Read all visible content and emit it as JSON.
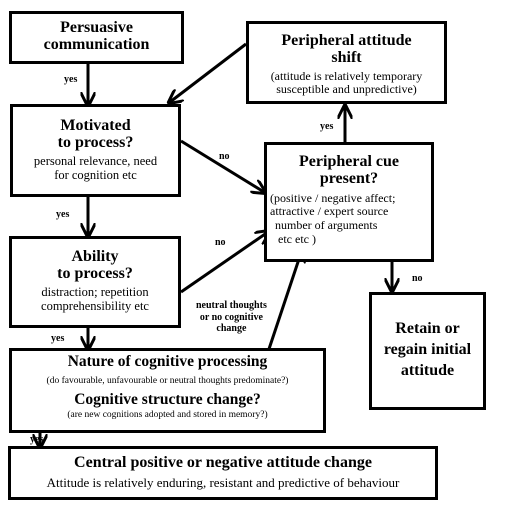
{
  "boxes": {
    "persuasive": {
      "title_line1": "Persuasive",
      "title_line2": "communication"
    },
    "motivated": {
      "title_line1": "Motivated",
      "title_line2": "to process?",
      "sub_line1": "personal relevance, need",
      "sub_line2": "for cognition etc"
    },
    "ability": {
      "title_line1": "Ability",
      "title_line2": "to process?",
      "sub_line1": "distraction; repetition",
      "sub_line2": "comprehensibility etc"
    },
    "peripheral_shift": {
      "title_line1": "Peripheral attitude",
      "title_line2": "shift",
      "sub_line1": "(attitude is relatively temporary",
      "sub_line2": "susceptible and unpredictive)"
    },
    "cue_present": {
      "title_line1": "Peripheral cue",
      "title_line2": "present?",
      "sub_line1": "(positive / negative affect;",
      "sub_line2": "attractive / expert source",
      "sub_line3": "number of arguments",
      "sub_line4": "etc etc )"
    },
    "retain": {
      "title_line1": "Retain or",
      "title_line2": "regain initial",
      "title_line3": "attitude"
    },
    "nature": {
      "title": "Nature of cognitive processing",
      "sub": "(do favourable, unfavourable or neutral thoughts predominate?)",
      "title2": "Cognitive structure change?",
      "sub2": "(are new cognitions adopted and stored in memory?)"
    },
    "central": {
      "title": "Central positive or negative attitude change",
      "sub": "Attitude is relatively enduring, resistant and predictive of behaviour"
    }
  },
  "labels": {
    "yes1": "yes",
    "yes2": "yes",
    "yes3": "yes",
    "yes4": "yes",
    "yes5": "yes",
    "no1": "no",
    "no2": "no",
    "no3": "no",
    "neutral_line1": "neutral thoughts",
    "neutral_line2": "or no cognitive",
    "neutral_line3": "change"
  }
}
